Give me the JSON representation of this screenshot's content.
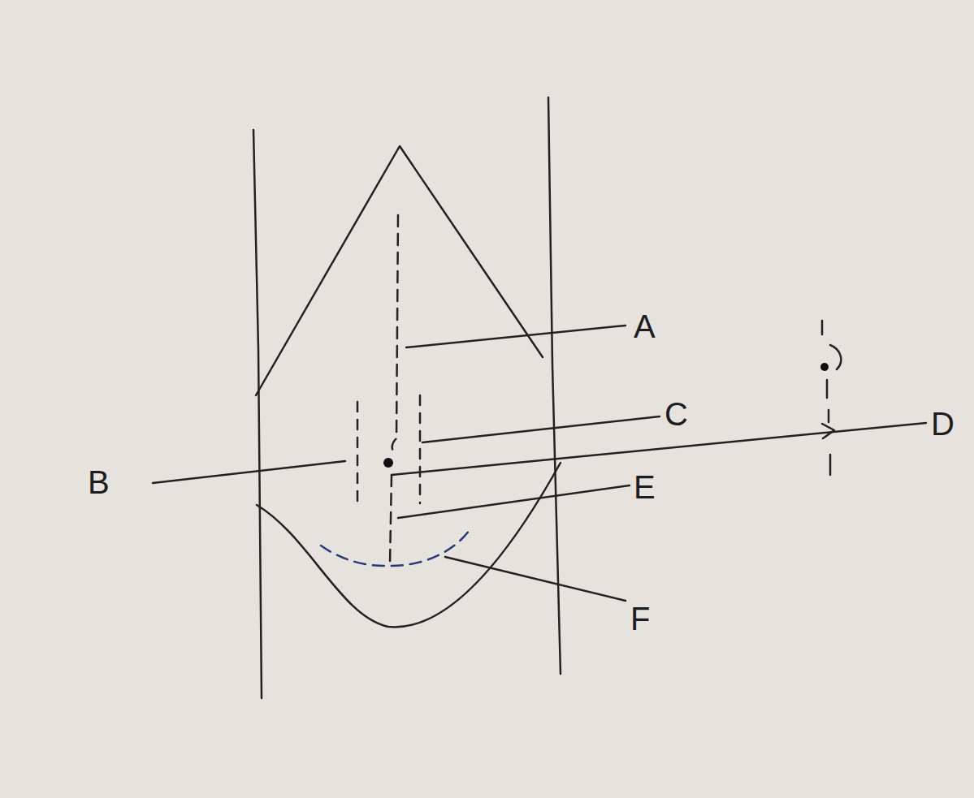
{
  "diagram": {
    "labels": [
      "A",
      "C",
      "D",
      "B",
      "E",
      "F"
    ]
  }
}
